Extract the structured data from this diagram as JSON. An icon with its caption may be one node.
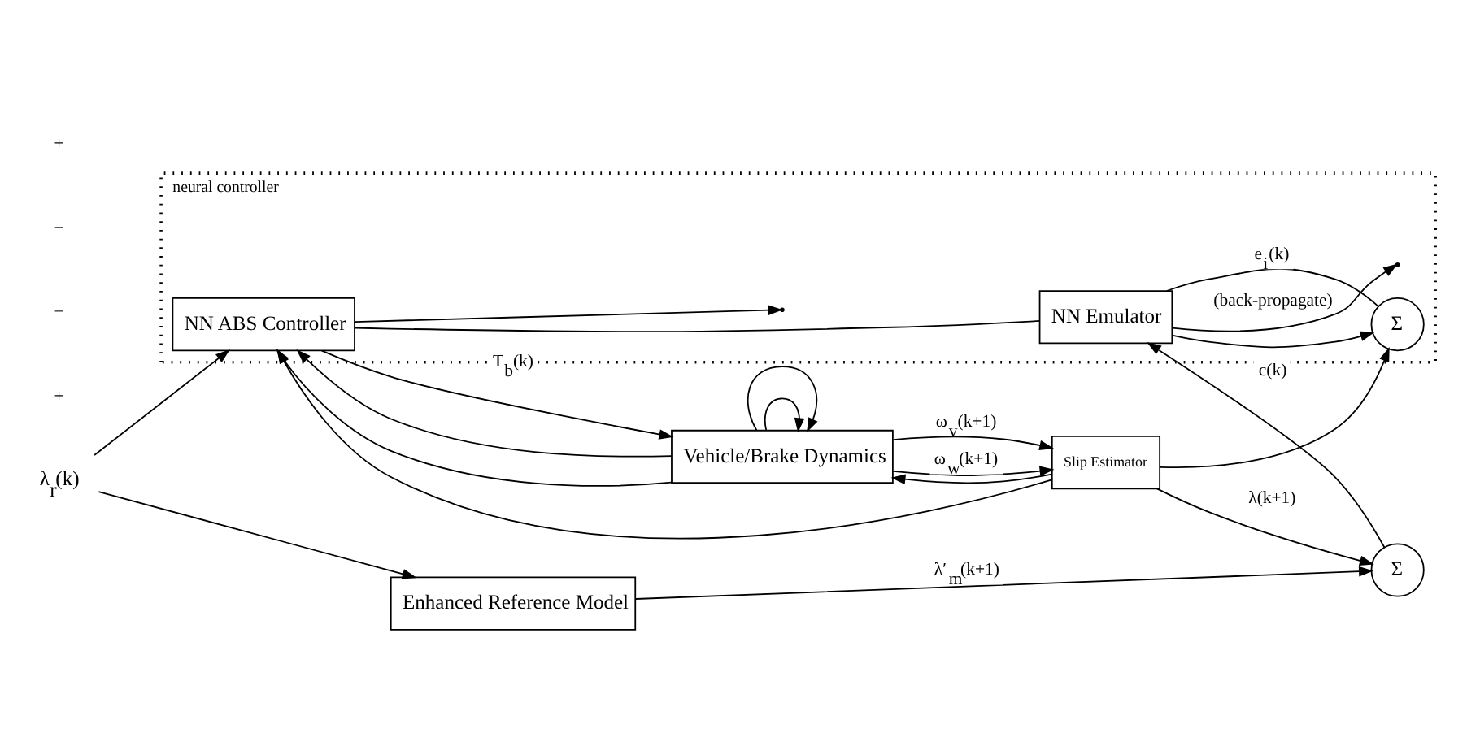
{
  "diagram": {
    "nodes": [
      {
        "text": [
          "neural controller"
        ]
      },
      {
        "text": [
          "λ$_{r}$(k)"
        ]
      },
      {
        "text": [
          "Enhanced Reference Model"
        ]
      },
      {
        "text": [
          "Σ"
        ]
      },
      {
        "text": [
          "NN Emulator"
        ],
        "in": 0
      },
      {
        "text": [
          "Σ"
        ],
        "in": 0
      },
      {
        "text": [
          "NN ABS Controller"
        ],
        "in": 0
      },
      {
        "text": [
          "Vehicle/Brake Dynamics"
        ]
      },
      {
        "text": [
          "Slip Estimator"
        ]
      }
    ],
    "edges": [
      {
        "from": 1,
        "to": 2,
        "arrow": "to"
      },
      {
        "from": 1,
        "to": 6,
        "arrow": "to"
      },
      {
        "from": 2,
        "to": 3,
        "arrow": "to",
        "label": "λ′$_{m}$(k+1)"
      },
      {
        "from": 3,
        "to": 4,
        "arrow": "to",
        "label": "c(k)"
      },
      {
        "from": 4,
        "to": 5,
        "arrow": "to"
      },
      {
        "from": 5,
        "to": 4,
        "arrow": "none",
        "label": "e$_{i}$(k)"
      },
      {
        "from": 4,
        "to": 6,
        "arrow": "none"
      },
      {
        "from": 4,
        "to": null,
        "arrow": "to",
        "label": "(back-propagate)"
      },
      {
        "from": 6,
        "to": 7,
        "arrow": "to",
        "label": "T$_{b}$(k)"
      },
      {
        "from": 6,
        "to": null,
        "arrow": "to"
      },
      {
        "from": 7,
        "to": 8,
        "arrow": "to",
        "label": "ω$_{v}$(k+1)"
      },
      {
        "from": 7,
        "to": 8,
        "arrow": "to",
        "label": "ω$_{w}$(k+1)"
      },
      {
        "from": 7,
        "to": 6,
        "arrow": "to"
      },
      {
        "from": 7,
        "to": 6,
        "arrow": "to"
      },
      {
        "from": 7,
        "to": 7,
        "arrow": "to"
      },
      {
        "from": 7,
        "to": 7,
        "arrow": "to"
      },
      {
        "from": 8,
        "to": 3,
        "arrow": "to",
        "label": "λ(k+1)"
      },
      {
        "from": 8,
        "to": 5,
        "arrow": "to"
      },
      {
        "from": 8,
        "to": 6,
        "arrow": "to"
      },
      {
        "from": 8,
        "to": 7,
        "arrow": "to"
      }
    ],
    "labels": [
      "+",
      "−",
      "−",
      "+"
    ]
  }
}
